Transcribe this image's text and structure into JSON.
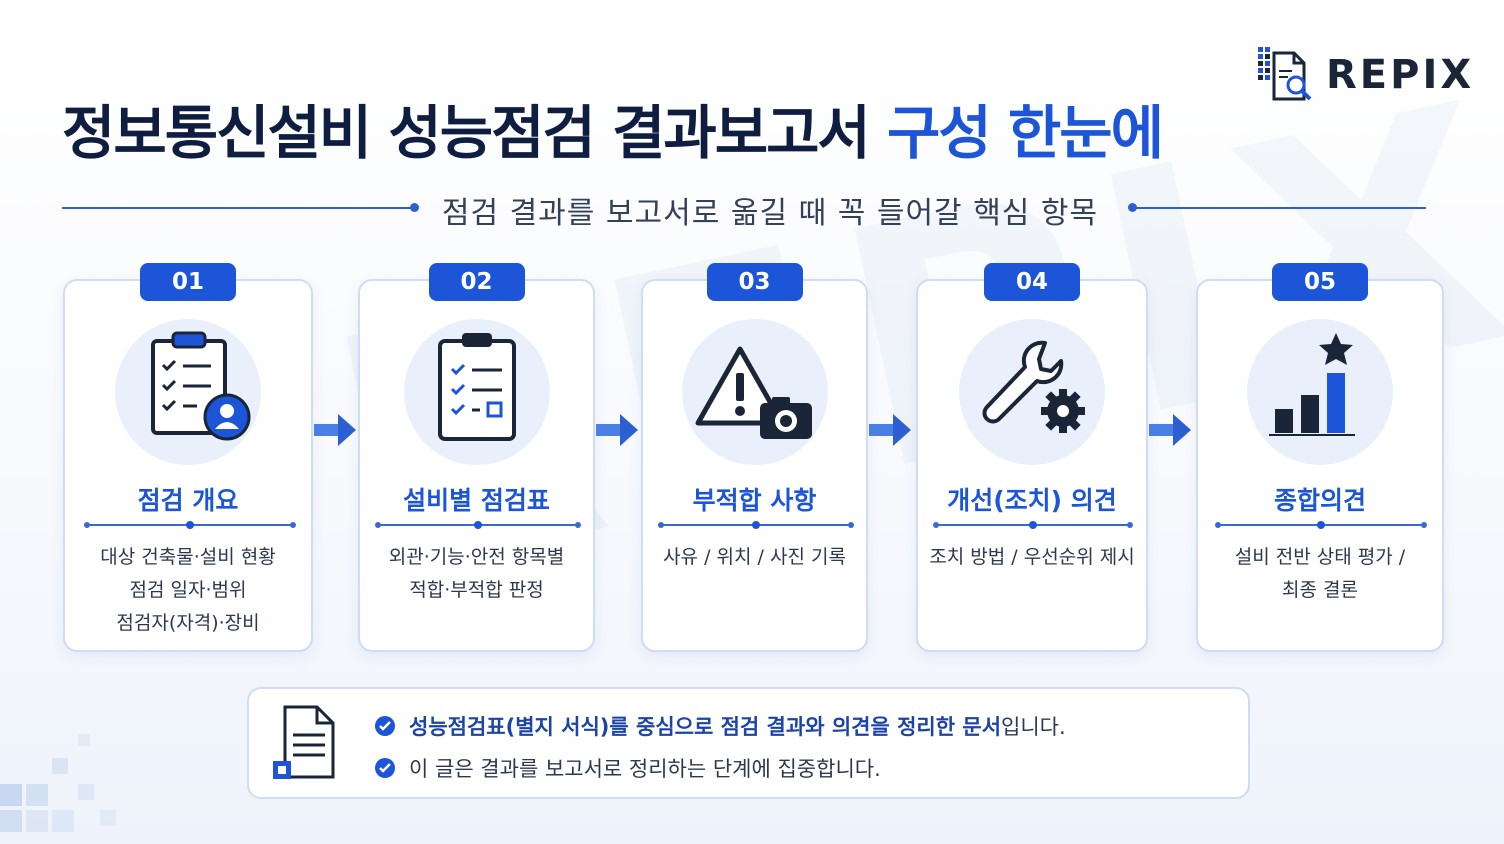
{
  "watermark": "REPIX",
  "logo": {
    "text": "REPIX",
    "icon": "document-search-icon"
  },
  "title": {
    "main": "정보통신설비 성능점검 결과보고서",
    "accent": "구성 한눈에"
  },
  "subtitle": "점검 결과를 보고서로 옮길 때 꼭 들어갈 핵심 항목",
  "colors": {
    "accent": "#1c55d8",
    "dark": "#0f1e40",
    "card_border": "#cfdcf3"
  },
  "steps": [
    {
      "number": "01",
      "title": "점검 개요",
      "icon": "clipboard-user-icon",
      "lines": [
        "대상 건축물·설비 현황",
        "점검 일자·범위",
        "점검자(자격)·장비"
      ]
    },
    {
      "number": "02",
      "title": "설비별 점검표",
      "icon": "checklist-icon",
      "lines": [
        "외관·기능·안전 항목별",
        "적합·부적합 판정"
      ]
    },
    {
      "number": "03",
      "title": "부적합 사항",
      "icon": "warning-camera-icon",
      "lines": [
        "사유 / 위치 / 사진 기록"
      ]
    },
    {
      "number": "04",
      "title": "개선(조치) 의견",
      "icon": "wrench-gear-icon",
      "lines": [
        "조치 방법 / 우선순위 제시"
      ]
    },
    {
      "number": "05",
      "title": "종합의견",
      "icon": "bar-chart-star-icon",
      "lines": [
        "설비 전반 상태 평가 /",
        "최종 결론"
      ]
    }
  ],
  "note": {
    "icon": "document-icon",
    "line1_bold": "성능점검표(별지 서식)를 중심으로 점검 결과와 의견을 정리한 문서",
    "line1_rest": "입니다.",
    "line2": "이 글은 결과를 보고서로 정리하는 단계에 집중합니다."
  }
}
